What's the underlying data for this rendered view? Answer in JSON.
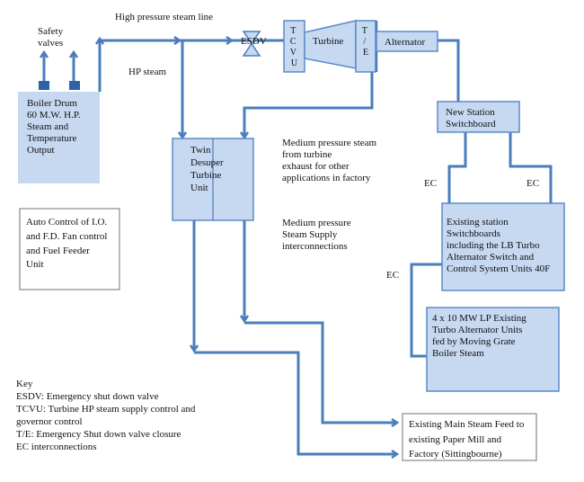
{
  "colors": {
    "box_fill": "#c6d9f1",
    "box_stroke": "#5b8bc9",
    "line": "#4a7ebb"
  },
  "labels": {
    "high_pressure_line": "High pressure steam line",
    "hp_steam": "HP steam",
    "safety_valves": [
      "Safety",
      "valves"
    ],
    "esdv": "ESDV",
    "tcvu": [
      "T",
      "C",
      "V",
      "U"
    ],
    "turbine": "Turbine",
    "te": [
      "T",
      "/",
      "E"
    ],
    "alternator": "Alternator",
    "boiler": [
      "Boiler Drum",
      "60 M.W. H.P.",
      "Steam and",
      "Temperature",
      "Output"
    ],
    "twin_desuper": [
      "Twin",
      "Desuper",
      "Turbine",
      "Unit"
    ],
    "mp_exhaust": [
      "Medium pressure steam",
      "from turbine",
      "exhaust for other",
      "applications in factory"
    ],
    "mp_supply": [
      "Medium pressure",
      "Steam Supply",
      "interconnections"
    ],
    "new_station": [
      "New Station",
      "Switchboard"
    ],
    "ec_left": "EC",
    "ec_right": "EC",
    "ec_lower": "EC",
    "existing_station": [
      "Existing station",
      "Switchboards",
      " including the LB Turbo",
      "Alternator Switch and",
      "Control System Units 40F"
    ],
    "lp_units": [
      "4 x 10 MW LP Existing",
      "Turbo Alternator Units",
      "fed by Moving Grate",
      "Boiler Steam"
    ],
    "auto_control": [
      "Auto Control of I.O.",
      "and F.D. Fan control",
      "and Fuel Feeder",
      "Unit"
    ],
    "main_feed": [
      "Existing Main Steam Feed to",
      "existing Paper Mill and",
      "Factory (Sittingbourne)"
    ],
    "key": [
      "Key",
      "ESDV: Emergency shut down valve",
      "TCVU:  Turbine HP steam supply control and",
      "governor control",
      "T/E: Emergency Shut down valve closure",
      "EC interconnections"
    ]
  }
}
